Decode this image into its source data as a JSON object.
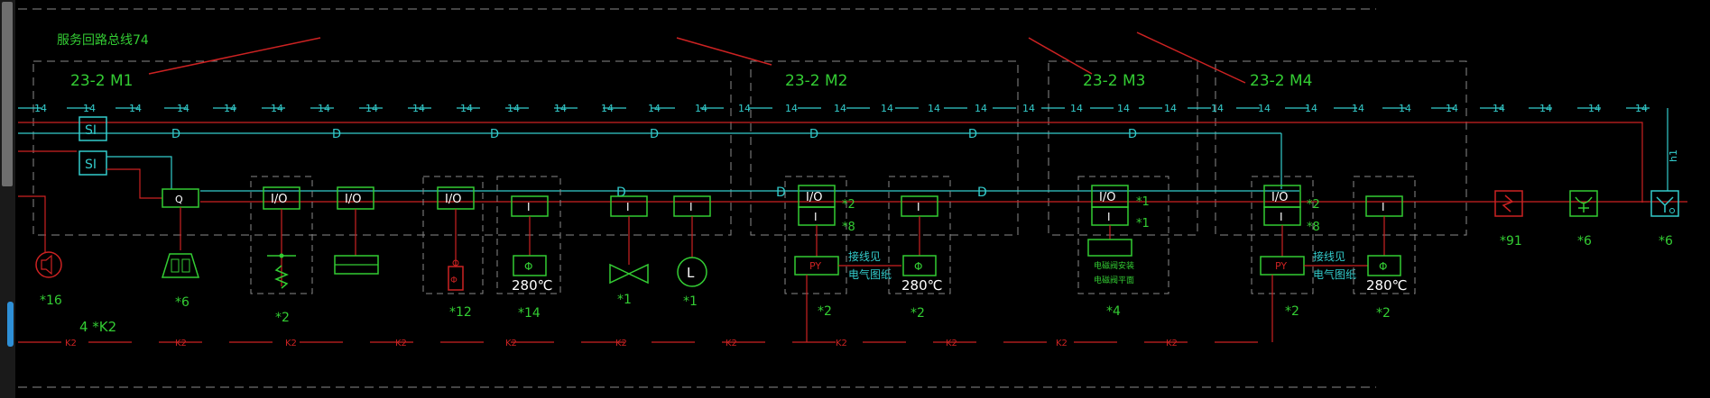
{
  "title": "服务回路总线74",
  "colors": {
    "background": "#000000",
    "green": "#33cc33",
    "cyan": "#33cccc",
    "red": "#cc2222",
    "gray": "#8a8a8a",
    "white": "#ffffff"
  },
  "lines": {
    "top_bus_code": "14",
    "second_bus_code": "D",
    "bottom_bus_code": "K2"
  },
  "zones": [
    "23-2 M1",
    "23-2 M2",
    "23-2 M3",
    "23-2 M4"
  ],
  "devices": {
    "si": "SI",
    "q": "Q",
    "io": "I/O",
    "i": "I",
    "py": "PY",
    "phi": "Φ",
    "L": "L",
    "D": "D",
    "temperature": "280℃",
    "h1": "h1"
  },
  "notes": {
    "m2": [
      "接线见",
      "电气图纸"
    ],
    "m3": [
      "电磁阀安装",
      "电磁阀平面"
    ],
    "m4": [
      "接线见",
      "电气图纸"
    ]
  },
  "tags": {
    "t16": "*16",
    "t6a": "*6",
    "t2a": "*2",
    "t12": "*12",
    "t14": "*14",
    "t1a": "*1",
    "t1b": "*1",
    "m2_2a": "*2",
    "m2_8": "*8",
    "m2_2b": "*2",
    "m2_2c": "*2",
    "m3_1a": "*1",
    "m3_1b": "*1",
    "m3_4": "*4",
    "m4_2a": "*2",
    "m4_8": "*8",
    "m4_2b": "*2",
    "m4_2c": "*2",
    "t91": "*91",
    "t6b": "*6",
    "t6c": "*6",
    "k2_label": "4 *K2"
  }
}
